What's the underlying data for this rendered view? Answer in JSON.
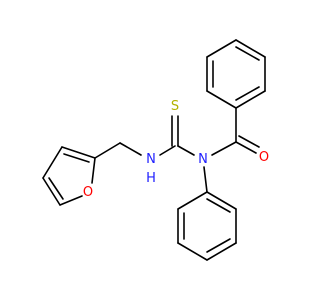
{
  "molecule": {
    "atoms": {
      "sulfur": "S",
      "thioamide_n": "N",
      "amine_n": "N",
      "amine_h": "H",
      "carbonyl_o": "O",
      "furan_o": "O"
    },
    "colors": {
      "bond": "#000000",
      "sulfur": "#b2b200",
      "nitrogen": "#2020ff",
      "oxygen": "#ff0000"
    }
  }
}
